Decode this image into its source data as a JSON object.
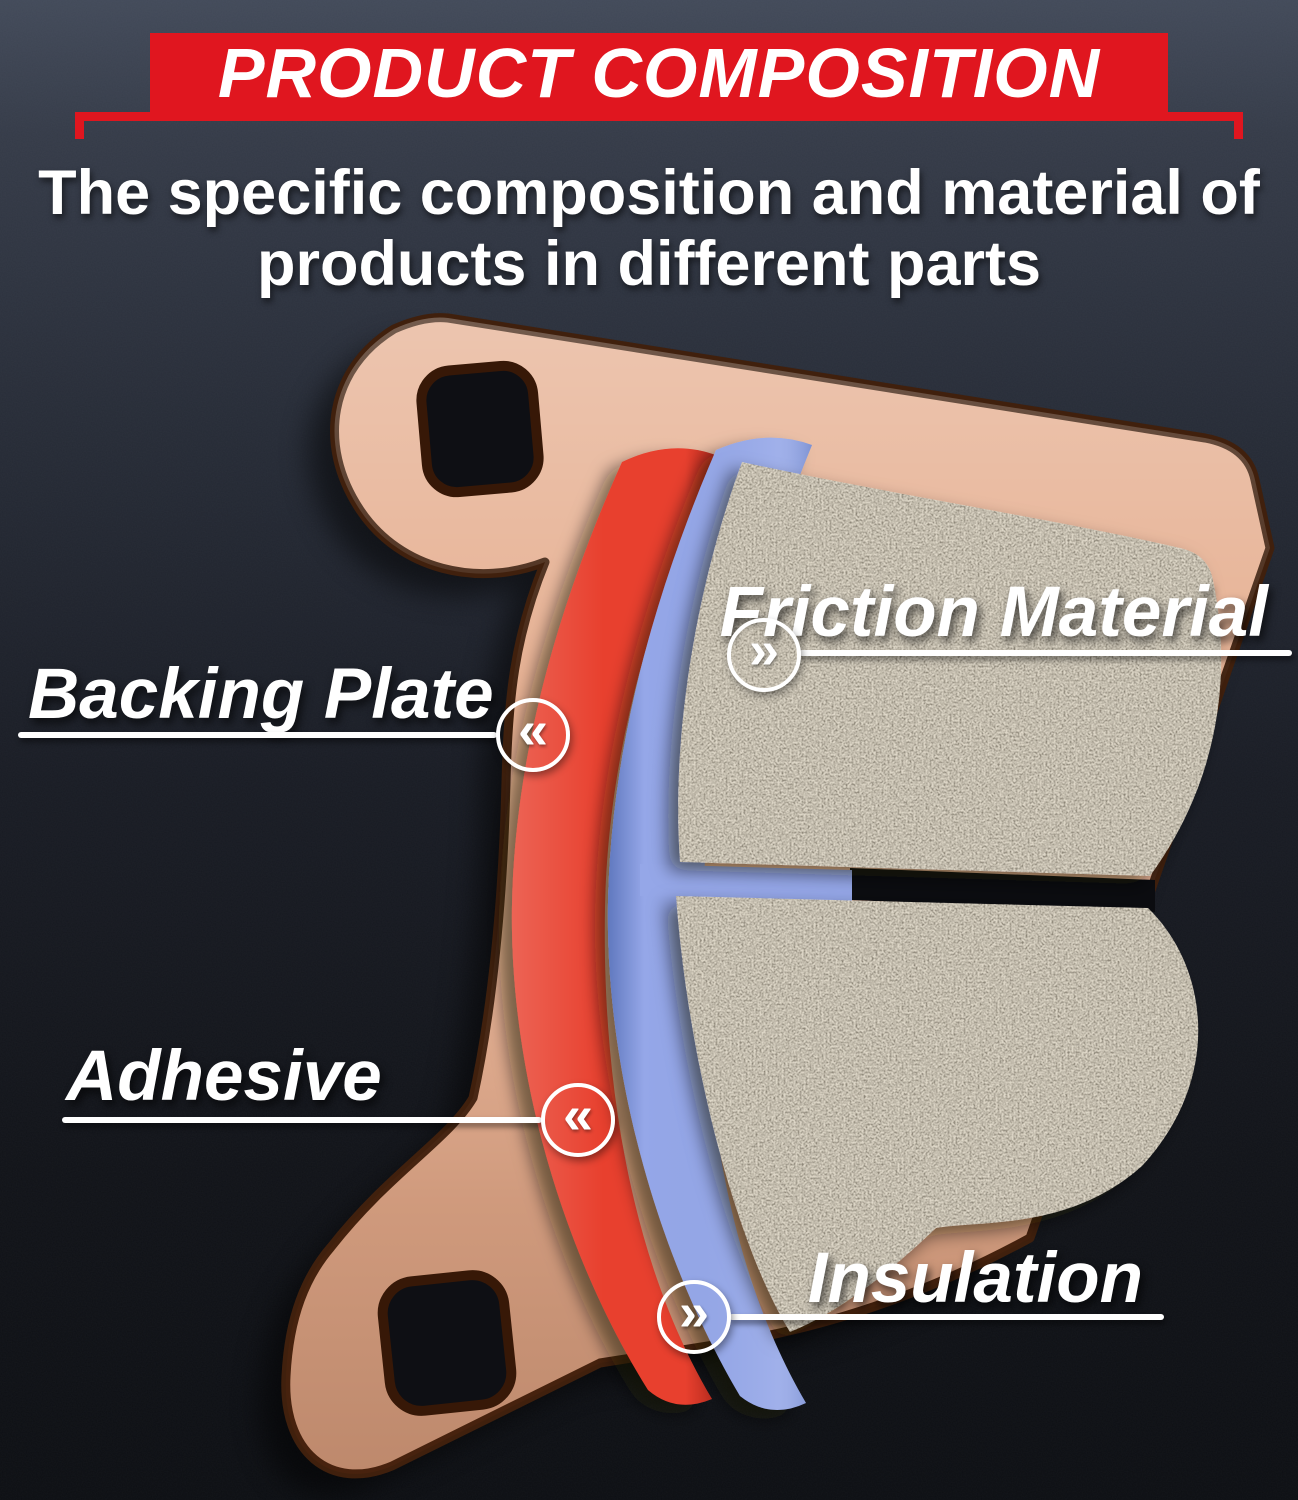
{
  "header": {
    "banner_title": "PRODUCT COMPOSITION",
    "subtitle_line1": "The specific composition and material of",
    "subtitle_line2": "products in different parts"
  },
  "labels": {
    "friction": "Friction Material",
    "backing": "Backing Plate",
    "adhesive": "Adhesive",
    "insulation": "Insulation"
  },
  "icons": {
    "chevron_left": "«",
    "chevron_right": "»"
  },
  "colors": {
    "banner_red": "#E0161F",
    "label_white": "#FFFFFF",
    "backing_copper": "#E6B092",
    "backing_outline": "#40200D",
    "adhesive_red": "#E8402F",
    "insulation_blue": "#95A7E8",
    "friction_gray": "#8D8678",
    "hole_dark": "#0E0F14",
    "slot_dark": "#0B0C10",
    "background_top": "#3C4351",
    "background_bottom": "#0F1115"
  }
}
